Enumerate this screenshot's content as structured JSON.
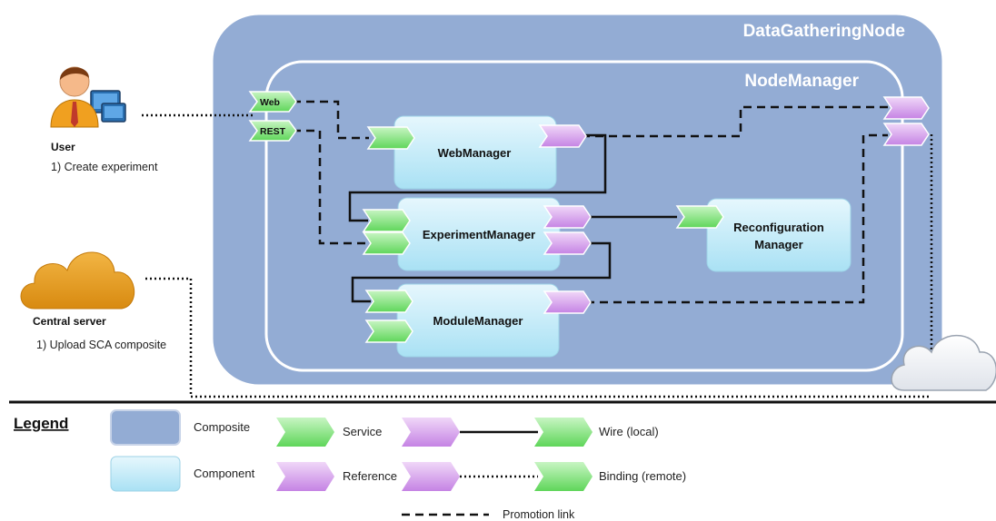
{
  "composites": {
    "outer": "DataGatheringNode",
    "inner": "NodeManager"
  },
  "components": {
    "web_manager": "WebManager",
    "experiment_manager": "ExperimentManager",
    "module_manager": "ModuleManager",
    "reconfiguration_manager": [
      "Reconfiguration",
      "Manager"
    ]
  },
  "service_labels": {
    "web": "Web",
    "rest": "REST"
  },
  "actors": {
    "user": {
      "title": "User",
      "action": "1) Create experiment"
    },
    "central_server": {
      "title": "Central server",
      "action": "1) Upload SCA composite"
    }
  },
  "legend": {
    "title": "Legend",
    "composite": "Composite",
    "component": "Component",
    "service": "Service",
    "reference": "Reference",
    "wire": "Wire (local)",
    "binding": "Binding (remote)",
    "promotion": "Promotion link"
  },
  "colors": {
    "composite_fill": "#93acd4",
    "component_fill": "#bfe9f7",
    "service_fill": "#8fe58a",
    "reference_fill": "#d7a8ec",
    "cloud_orange": "#e39a1b",
    "cloud_gray": "#ffffff"
  }
}
